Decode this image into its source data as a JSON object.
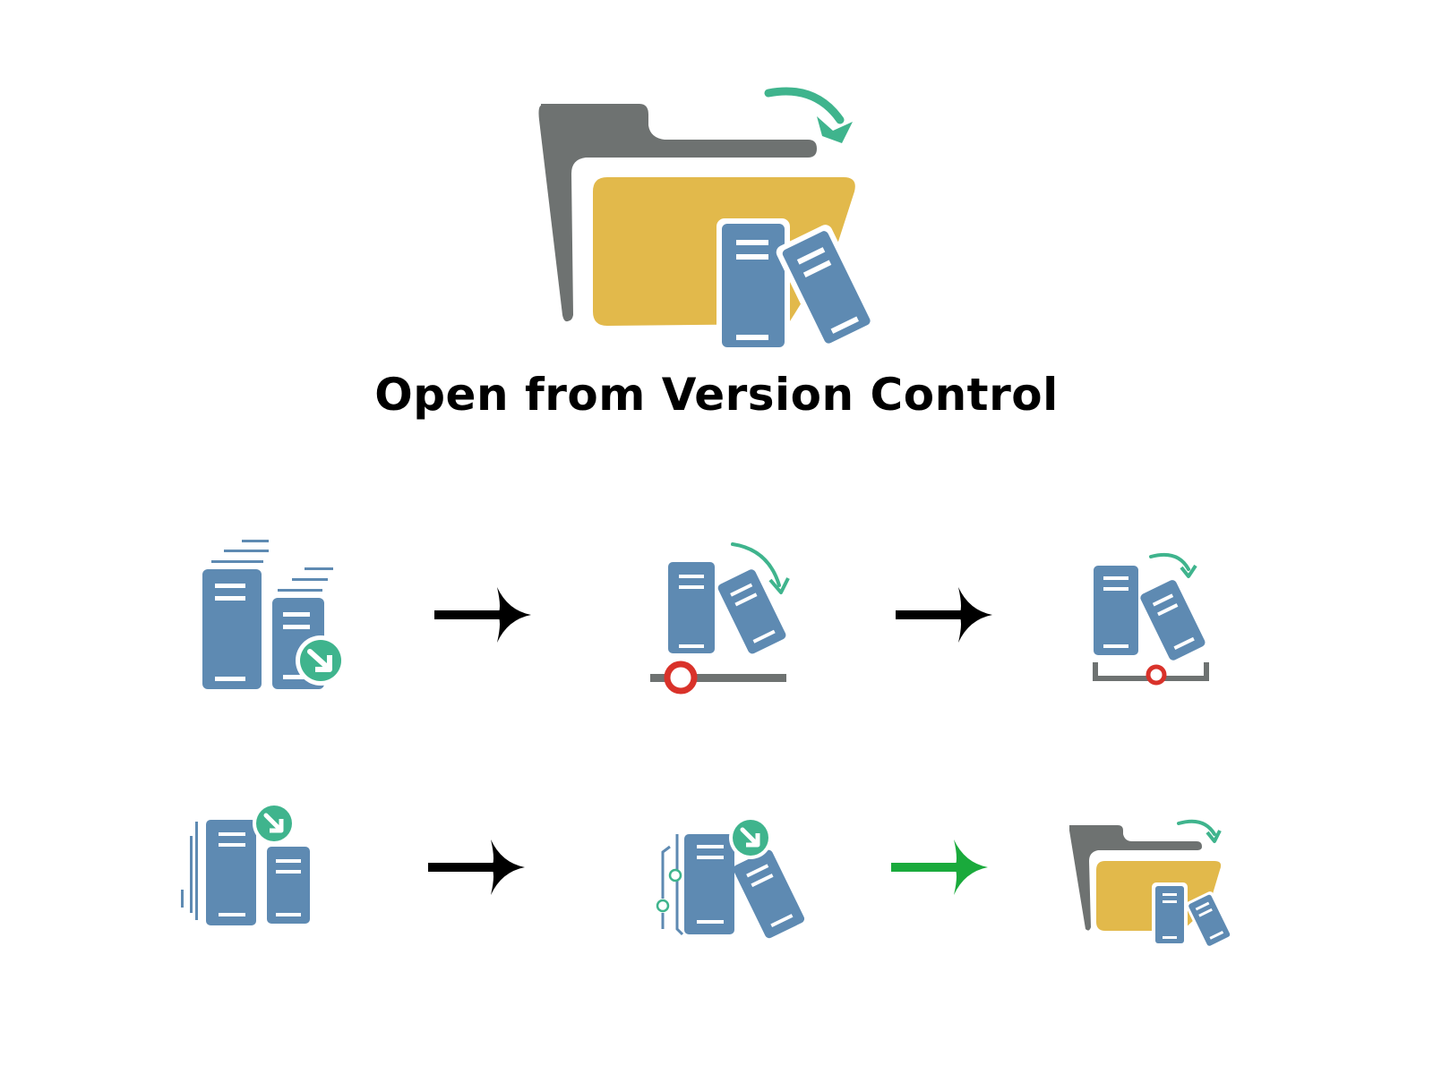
{
  "title": "Open from Version Control",
  "colors": {
    "folder_back": "#6e7271",
    "folder_front": "#e2b94b",
    "book": "#5e8ab2",
    "accent_green": "#3fb48d",
    "marker_red": "#d9322a",
    "rail_gray": "#6e7271",
    "arrow_black": "#000000",
    "arrow_green": "#1aaa3c"
  },
  "diagram": {
    "hero_icon": "open-from-version-control-icon",
    "rows": [
      {
        "steps": [
          "books-download-icon",
          "books-on-timeline-icon",
          "books-on-branch-icon"
        ],
        "arrows": [
          "black",
          "black"
        ]
      },
      {
        "steps": [
          "books-fetch-icon",
          "books-history-download-icon",
          "folder-with-books-icon"
        ],
        "arrows": [
          "black",
          "green"
        ]
      }
    ]
  }
}
